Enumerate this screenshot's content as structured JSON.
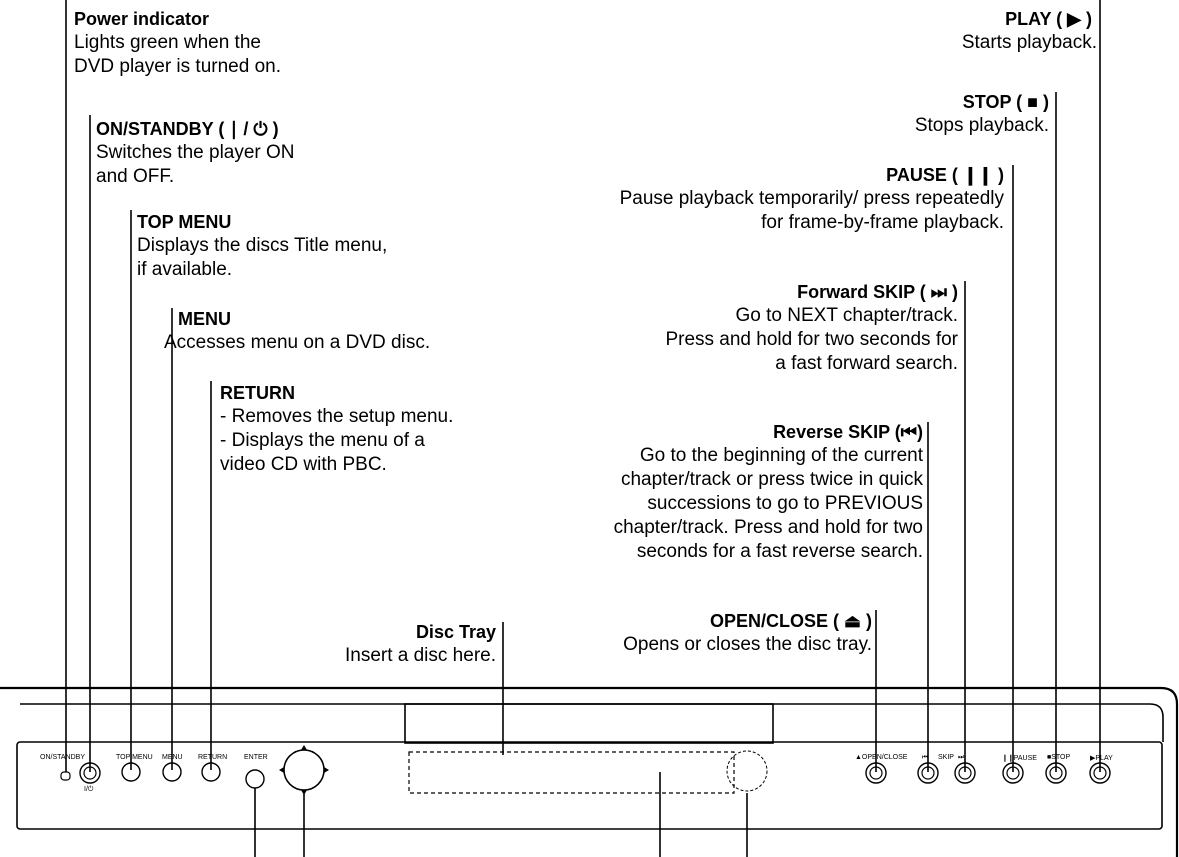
{
  "callouts": {
    "power": {
      "title": "Power indicator",
      "lines": [
        "Lights green when the",
        "DVD player is turned on."
      ]
    },
    "onstandby": {
      "title": "ON/STANDBY ( ∣ / ⏻ )",
      "lines": [
        "Switches the player ON",
        "and OFF."
      ]
    },
    "topmenu": {
      "title": "TOP MENU",
      "lines": [
        "Displays the discs Title menu,",
        "if available."
      ]
    },
    "menu": {
      "title": "MENU",
      "lines": [
        "Accesses menu on a DVD disc."
      ]
    },
    "return": {
      "title": "RETURN",
      "lines": [
        "- Removes the setup menu.",
        "- Displays the menu of a",
        "video CD with PBC."
      ]
    },
    "disctray": {
      "title": "Disc Tray",
      "lines": [
        "Insert a disc here."
      ]
    },
    "play": {
      "title": "PLAY ( ▶ )",
      "lines": [
        "Starts playback."
      ]
    },
    "stop": {
      "title": "STOP ( ■ )",
      "lines": [
        "Stops playback."
      ]
    },
    "pause": {
      "title": "PAUSE ( ❙❙ )",
      "lines": [
        "Pause playback temporarily/ press repeatedly",
        "for frame-by-frame playback."
      ]
    },
    "fwdskip": {
      "title": "Forward SKIP ( ⏭ )",
      "lines": [
        "Go to NEXT chapter/track.",
        "Press and hold for two seconds for",
        "a fast forward search."
      ]
    },
    "revskip": {
      "title": "Reverse SKIP (⏮)",
      "lines": [
        "Go to the beginning of the current",
        "chapter/track or press twice in quick",
        "successions to go to PREVIOUS",
        "chapter/track. Press and hold for two",
        "seconds for a fast reverse search."
      ]
    },
    "openclose": {
      "title": "OPEN/CLOSE ( ⏏ )",
      "lines": [
        "Opens or closes the disc tray."
      ]
    }
  },
  "panel_labels": {
    "onstandby": "ON/STANDBY",
    "onstandby_symbol": "I/⏻",
    "topmenu": "TOP MENU",
    "menu": "MENU",
    "return": "RETURN",
    "enter": "ENTER",
    "openclose": "▲OPEN/CLOSE",
    "skip": "SKIP",
    "skip_prev": "⏮",
    "skip_next": "⏭",
    "pause": "❙❙PAUSE",
    "stop": "■STOP",
    "play": "▶PLAY"
  }
}
